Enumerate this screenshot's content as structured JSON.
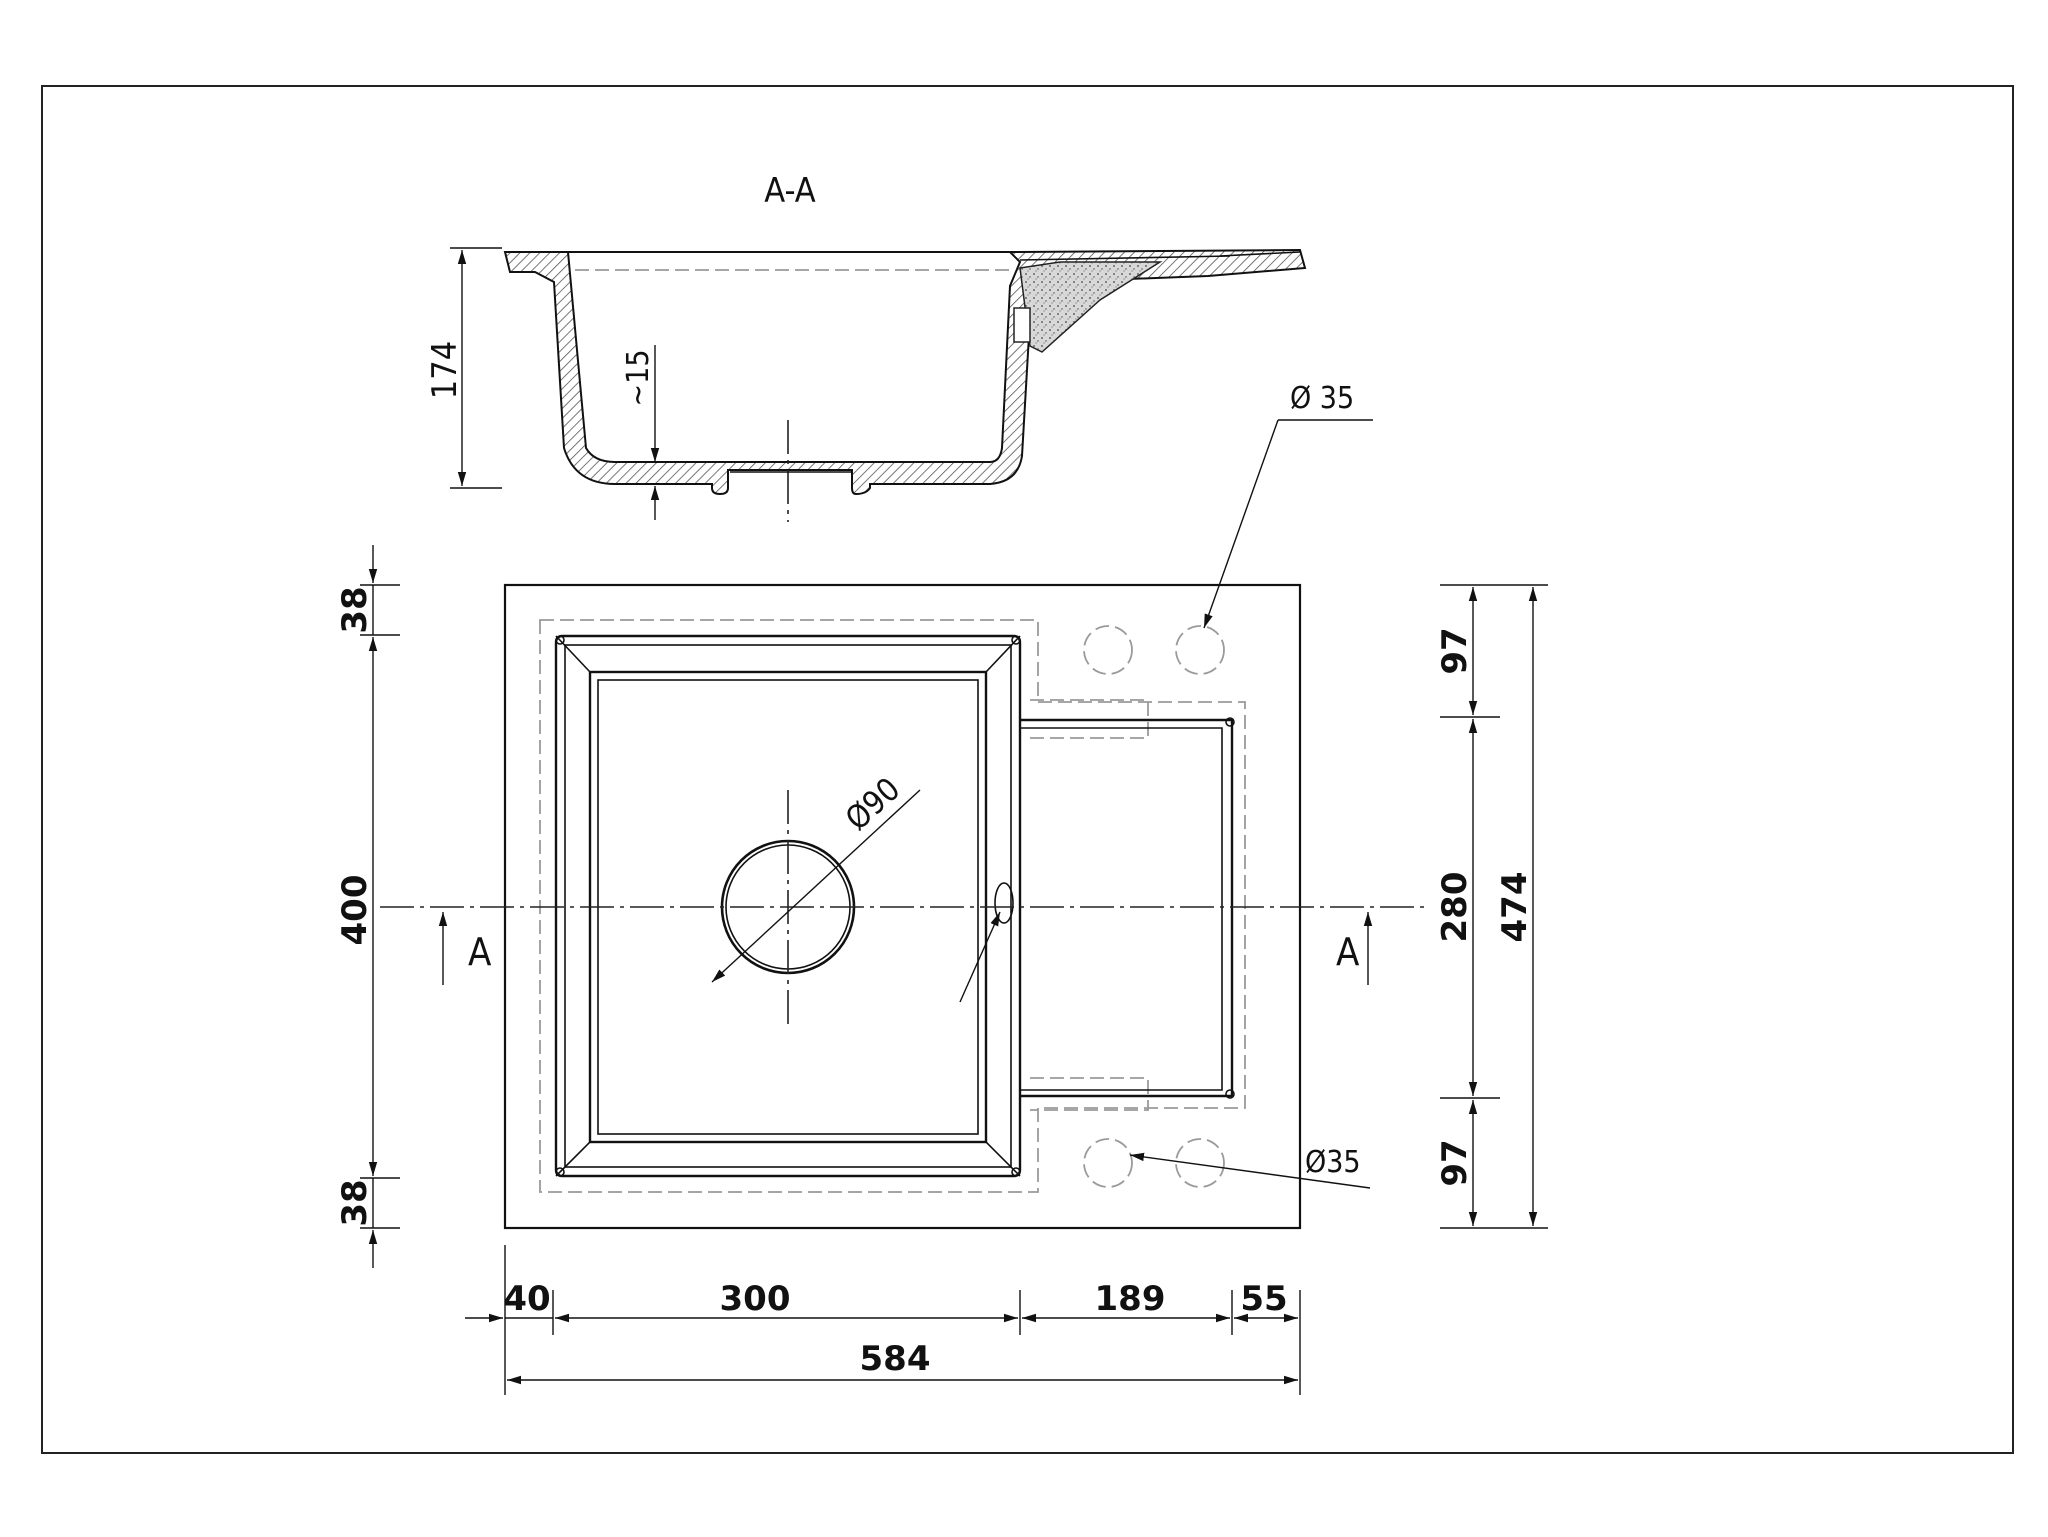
{
  "section_view": {
    "title": "A-A",
    "height_dim": "174",
    "thickness_dim": "~15"
  },
  "plan_view": {
    "section_mark_left": "A",
    "section_mark_right": "A",
    "drain_diameter": "Ø90",
    "tap_hole_top": "Ø 35",
    "tap_hole_bottom": "Ø35"
  },
  "dimensions": {
    "left_top": "38",
    "left_middle": "400",
    "left_bottom": "38",
    "right_top": "97",
    "right_middle": "280",
    "right_bottom": "97",
    "right_total": "474",
    "bottom_1": "40",
    "bottom_2": "300",
    "bottom_3": "189",
    "bottom_4": "55",
    "bottom_total": "584"
  }
}
